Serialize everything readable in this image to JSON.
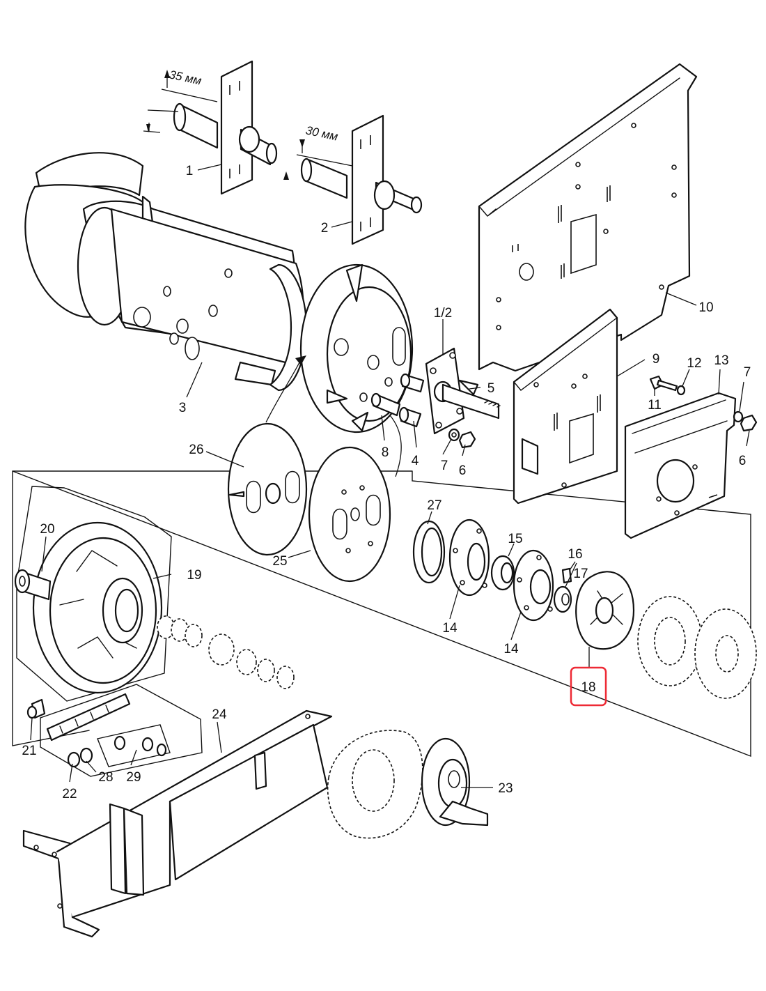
{
  "dimensions": [
    {
      "id": "dim-35",
      "text": "35 мм"
    },
    {
      "id": "dim-30",
      "text": "30 мм"
    }
  ],
  "callouts": [
    {
      "id": "1",
      "text": "1"
    },
    {
      "id": "2",
      "text": "2"
    },
    {
      "id": "3",
      "text": "3"
    },
    {
      "id": "4",
      "text": "4"
    },
    {
      "id": "5",
      "text": "5"
    },
    {
      "id": "6a",
      "text": "6"
    },
    {
      "id": "6b",
      "text": "6"
    },
    {
      "id": "7a",
      "text": "7"
    },
    {
      "id": "7b",
      "text": "7"
    },
    {
      "id": "8",
      "text": "8"
    },
    {
      "id": "9",
      "text": "9"
    },
    {
      "id": "10",
      "text": "10"
    },
    {
      "id": "11",
      "text": "11"
    },
    {
      "id": "12",
      "text": "12"
    },
    {
      "id": "1_2",
      "text": "1/2"
    },
    {
      "id": "13",
      "text": "13"
    },
    {
      "id": "14a",
      "text": "14"
    },
    {
      "id": "14b",
      "text": "14"
    },
    {
      "id": "15",
      "text": "15"
    },
    {
      "id": "16",
      "text": "16"
    },
    {
      "id": "17",
      "text": "17"
    },
    {
      "id": "18",
      "text": "18"
    },
    {
      "id": "19",
      "text": "19"
    },
    {
      "id": "20",
      "text": "20"
    },
    {
      "id": "21",
      "text": "21"
    },
    {
      "id": "22",
      "text": "22"
    },
    {
      "id": "23",
      "text": "23"
    },
    {
      "id": "24",
      "text": "24"
    },
    {
      "id": "25",
      "text": "25"
    },
    {
      "id": "26",
      "text": "26"
    },
    {
      "id": "27",
      "text": "27"
    },
    {
      "id": "28",
      "text": "28"
    },
    {
      "id": "29",
      "text": "29"
    }
  ],
  "highlight": {
    "callout": "18",
    "color": "#ee2a35"
  }
}
